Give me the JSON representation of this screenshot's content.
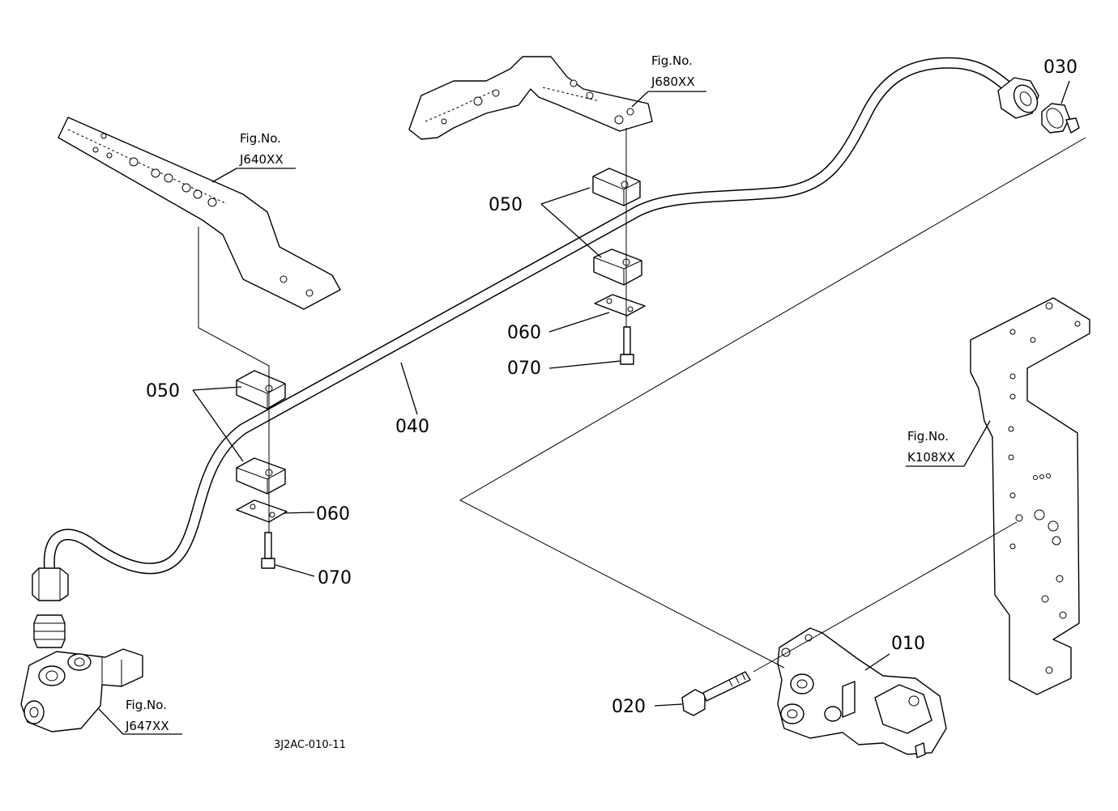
{
  "diagram": {
    "fig_refs": {
      "j640": {
        "prefix": "Fig.No.",
        "code": "J640XX"
      },
      "j680": {
        "prefix": "Fig.No.",
        "code": "J680XX"
      },
      "k108": {
        "prefix": "Fig.No.",
        "code": "K108XX"
      },
      "j647": {
        "prefix": "Fig.No.",
        "code": "J647XX"
      }
    },
    "parts": {
      "p010": "010",
      "p020": "020",
      "p030": "030",
      "p040": "040",
      "p050_upper": "050",
      "p050_lower": "050",
      "p060_upper": "060",
      "p060_lower": "060",
      "p070_upper": "070",
      "p070_lower": "070"
    },
    "drawing_code": "3J2AC-010-11"
  }
}
